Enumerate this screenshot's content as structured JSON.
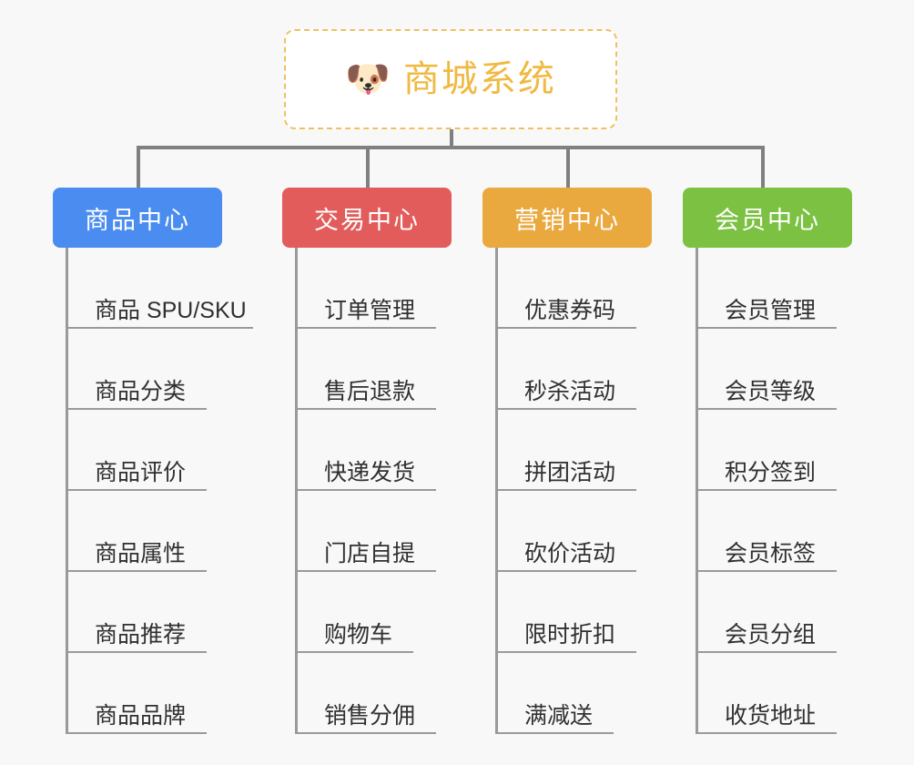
{
  "canvas": {
    "background": "#f8f8f8",
    "connector_color": "#808080",
    "rail_color": "#9a9a9a"
  },
  "root": {
    "icon": "dog-face-emoji",
    "emoji": "🐶",
    "title": "商城系统",
    "text_color": "#f0b942",
    "border_color": "#f0c060",
    "fill": "#ffffff"
  },
  "columns": [
    {
      "id": "product-center",
      "header": "商品中心",
      "color": "#4a8cf0",
      "items": [
        {
          "label": "商品 SPU/SKU",
          "underline_width": 206
        },
        {
          "label": "商品分类",
          "underline_width": 155
        },
        {
          "label": "商品评价",
          "underline_width": 155
        },
        {
          "label": "商品属性",
          "underline_width": 155
        },
        {
          "label": "商品推荐",
          "underline_width": 155
        },
        {
          "label": "商品品牌",
          "underline_width": 155
        }
      ]
    },
    {
      "id": "trade-center",
      "header": "交易中心",
      "color": "#e25c5c",
      "items": [
        {
          "label": "订单管理",
          "underline_width": 155
        },
        {
          "label": "售后退款",
          "underline_width": 155
        },
        {
          "label": "快递发货",
          "underline_width": 155
        },
        {
          "label": "门店自提",
          "underline_width": 155
        },
        {
          "label": "购物车",
          "underline_width": 130
        },
        {
          "label": "销售分佣",
          "underline_width": 155
        }
      ]
    },
    {
      "id": "marketing-center",
      "header": "营销中心",
      "color": "#eaa93f",
      "items": [
        {
          "label": "优惠券码",
          "underline_width": 155
        },
        {
          "label": "秒杀活动",
          "underline_width": 155
        },
        {
          "label": "拼团活动",
          "underline_width": 155
        },
        {
          "label": "砍价活动",
          "underline_width": 155
        },
        {
          "label": "限时折扣",
          "underline_width": 155
        },
        {
          "label": "满减送",
          "underline_width": 130
        }
      ]
    },
    {
      "id": "member-center",
      "header": "会员中心",
      "color": "#7cc142",
      "items": [
        {
          "label": "会员管理",
          "underline_width": 155
        },
        {
          "label": "会员等级",
          "underline_width": 155
        },
        {
          "label": "积分签到",
          "underline_width": 155
        },
        {
          "label": "会员标签",
          "underline_width": 155
        },
        {
          "label": "会员分组",
          "underline_width": 155
        },
        {
          "label": "收货地址",
          "underline_width": 155
        }
      ]
    }
  ]
}
